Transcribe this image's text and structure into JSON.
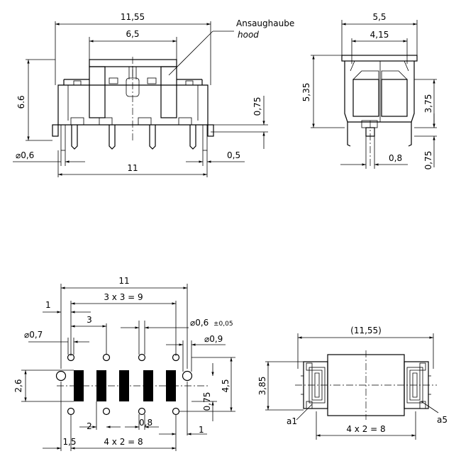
{
  "front_view": {
    "width_total": "11,55",
    "hood_width": "6,5",
    "height": "6.6",
    "pin_len": "0,75",
    "pin_dia": "0,6",
    "offset": "0,5",
    "pitch_span": "11",
    "callout_de": "Ansaughaube",
    "callout_en": "hood"
  },
  "side_view": {
    "width": "5,5",
    "inner": "4,15",
    "height": "5,35",
    "body": "3,75",
    "lead": "0,8",
    "lead_len": "0,75"
  },
  "footprint": {
    "overall": "11",
    "pitch_3": "3 x 3 = 9",
    "d1": "1",
    "d3": "3",
    "hole_07": "0,7",
    "hole_06": "0,6",
    "tol_06": "±0,05",
    "hole_09": "0,9",
    "pad_h": "2,6",
    "v45": "4,5",
    "v075": "0,75",
    "d2": "2",
    "d08": "0,8",
    "d1b": "1",
    "d15": "1,5",
    "pitch_4": "4 x 2 = 8"
  },
  "top_view": {
    "width": "(11,55)",
    "height": "3,85",
    "pitch_4": "4 x 2 = 8",
    "label_a1": "a1",
    "label_a5": "a5"
  }
}
